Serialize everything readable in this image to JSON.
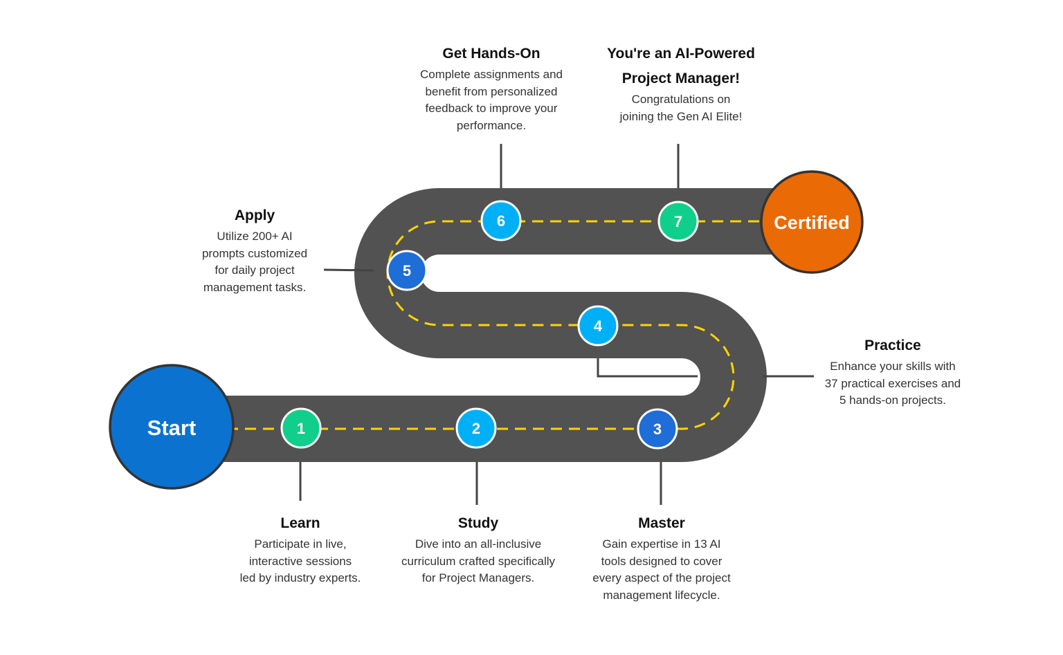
{
  "colors": {
    "road": "#525252",
    "dash": "#ffd400",
    "connector": "#444444",
    "start_fill": "#0b72cf",
    "certified_fill": "#ea6a05",
    "terminal_stroke": "#333333",
    "node_stroke": "#ffffff",
    "green": "#10cf8c",
    "light_blue": "#00b0f7",
    "dark_blue": "#1f6dd6"
  },
  "start": {
    "label": "Start"
  },
  "end": {
    "label": "Certified"
  },
  "milestones": [
    {
      "number": "1",
      "color": "green",
      "title": "Learn",
      "lines": [
        "Participate in live,",
        "interactive sessions",
        "led by industry experts."
      ]
    },
    {
      "number": "2",
      "color": "light_blue",
      "title": "Study",
      "lines": [
        "Dive into an all-inclusive",
        "curriculum crafted specifically",
        "for Project Managers."
      ]
    },
    {
      "number": "3",
      "color": "dark_blue",
      "title": "Master",
      "lines": [
        "Gain expertise in 13 AI",
        "tools designed to cover",
        "every aspect of the project",
        "management lifecycle."
      ]
    },
    {
      "number": "4",
      "color": "light_blue",
      "title": "Practice",
      "lines": [
        "Enhance your skills with",
        "37 practical exercises and",
        "5 hands-on projects."
      ]
    },
    {
      "number": "5",
      "color": "dark_blue",
      "title": "Apply",
      "lines": [
        "Utilize 200+ AI",
        "prompts customized",
        "for daily project",
        "management tasks."
      ]
    },
    {
      "number": "6",
      "color": "light_blue",
      "title": "Get Hands-On",
      "lines": [
        "Complete assignments and",
        "benefit from personalized",
        "feedback to improve your",
        "performance."
      ]
    },
    {
      "number": "7",
      "color": "green",
      "title_lines": [
        "You're an AI-Powered",
        "Project Manager!"
      ],
      "lines": [
        "Congratulations on",
        "joining the Gen AI Elite!"
      ]
    }
  ]
}
